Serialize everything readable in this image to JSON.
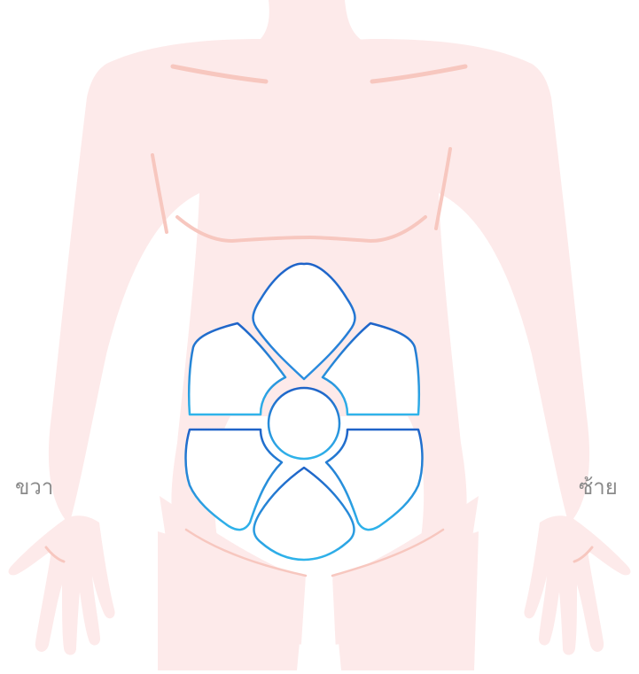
{
  "labels": {
    "right_side": "ขวา",
    "left_side": "ซ้าย"
  },
  "colors": {
    "skin": "#fdeaea",
    "skin_line": "#f7c7bf",
    "region_dark": "#1f63c8",
    "region_light": "#2fb3ea",
    "label_text": "#8a8a8a",
    "region_fill": "#ffffff"
  },
  "abdomen_regions": [
    "epigastric",
    "right-hypochondriac",
    "left-hypochondriac",
    "umbilical",
    "right-lumbar",
    "left-lumbar",
    "hypogastric"
  ]
}
